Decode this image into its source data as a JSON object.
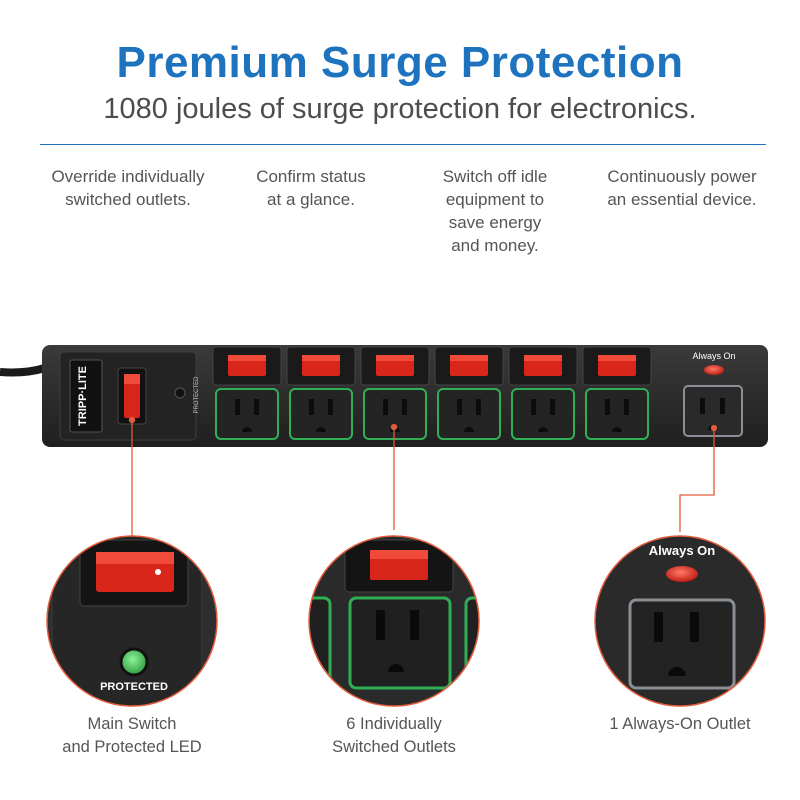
{
  "header": {
    "title": "Premium Surge Protection",
    "subtitle": "1080 joules of surge protection for electronics."
  },
  "features": [
    {
      "line1": "Override individually",
      "line2": "switched outlets."
    },
    {
      "line1": "Confirm status",
      "line2": "at a glance."
    },
    {
      "line1": "Switch off idle",
      "line2": "equipment to",
      "line3": "save energy",
      "line4": "and money."
    },
    {
      "line1": "Continuously power",
      "line2": "an essential device."
    }
  ],
  "product": {
    "brand_logo": "TRIPP·LITE",
    "led_label": "PROTECTED",
    "always_on_label": "Always On",
    "switched_outlet_count": 6,
    "colors": {
      "body": "#2b2b2b",
      "switch": "#d8261b",
      "outlet_outline": "#2fae56",
      "always_on_outline": "#8a8f96",
      "led": "#3fbf4f",
      "callout_line": "#e05c3c"
    }
  },
  "zoom": {
    "left_protected": "PROTECTED",
    "right_always_on": "Always On"
  },
  "captions": [
    {
      "line1": "Main Switch",
      "line2": "and Protected LED"
    },
    {
      "line1": "6 Individually",
      "line2": "Switched Outlets"
    },
    {
      "line1": "1 Always-On Outlet"
    }
  ]
}
